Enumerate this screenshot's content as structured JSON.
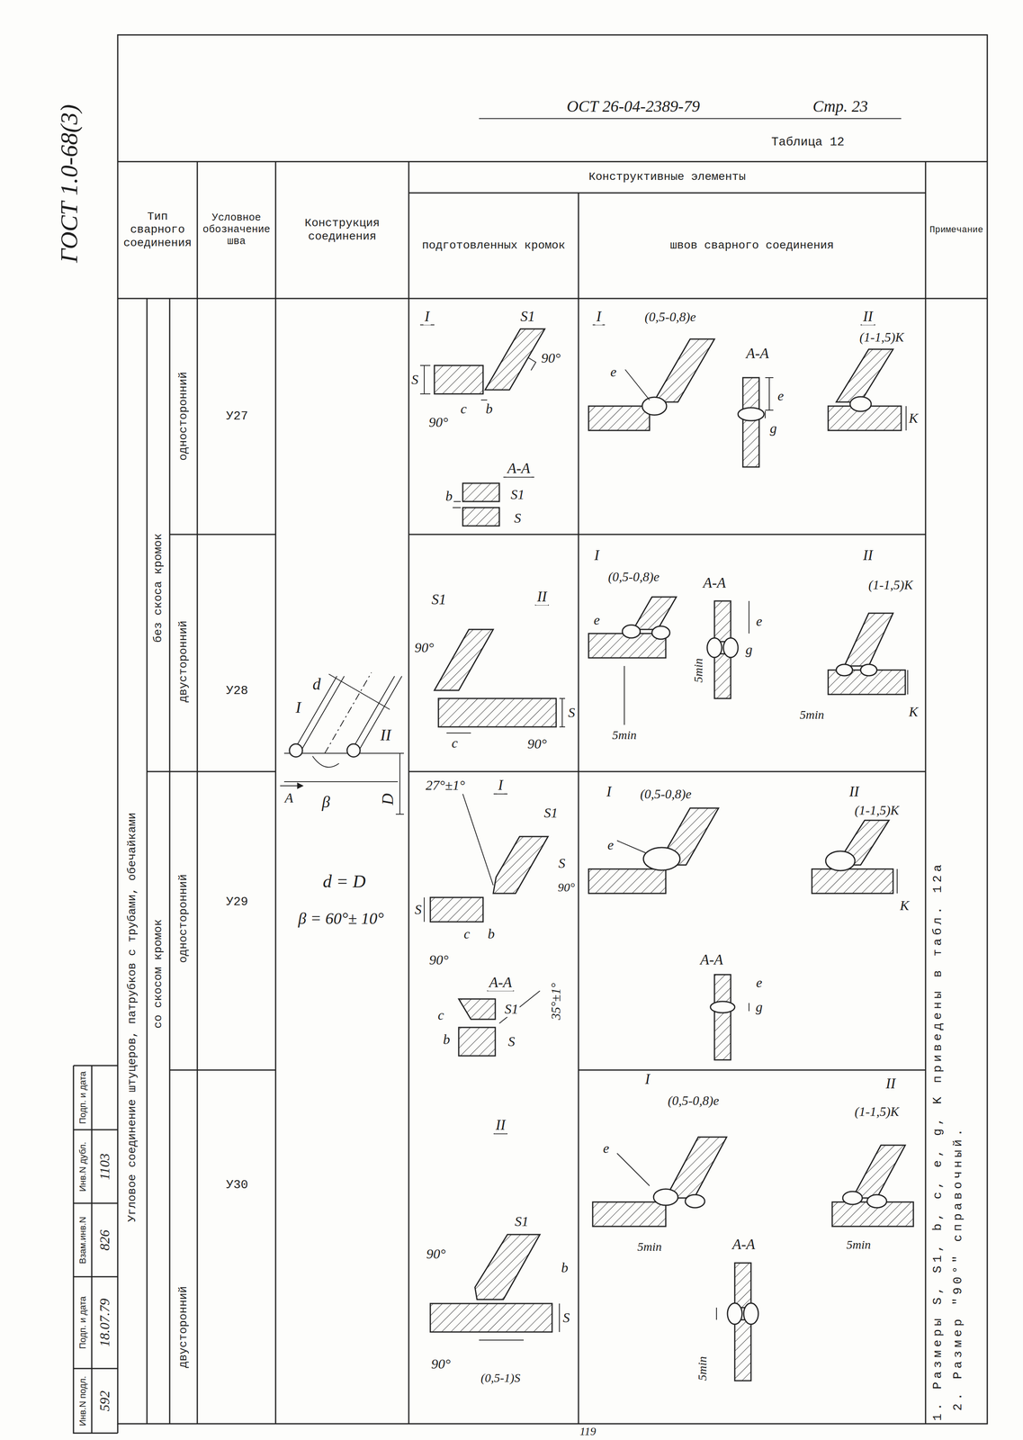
{
  "diagram": {
    "labels": [
      "ГОСТ 1.0-68(3)",
      "Инв.N подл.",
      "Подп. и дата",
      "Взам.инв.N",
      "Инв.N дубл.",
      "Подп. и дата",
      "592",
      "18.07.79",
      "826",
      "1103",
      "ОСТ 26-04-2389-79",
      "Стр. 23",
      "Таблица 12",
      "Тип сварного соединения",
      "Условное обозначение шва",
      "Конструкция соединения",
      "Конструктивные элементы",
      "подготовленных кромок",
      "швов сварного соединения",
      "Примечание",
      "Угловое соединение штуцеров, патрубков с трубами, обечайками",
      "без скоса кромок",
      "со скосом кромок",
      "односторонний",
      "двусторонний",
      "односторонний",
      "двусторонний",
      "У27",
      "У28",
      "У29",
      "У30",
      "d",
      "I",
      "II",
      "A",
      "β",
      "D",
      "d = D",
      "β = 60°± 10°",
      "I",
      "S1",
      "S",
      "90°",
      "c",
      "b",
      "90°",
      "A-A",
      "b",
      "S1",
      "S",
      "I",
      "(0,5-0,8)e",
      "II",
      "e",
      "A-A",
      "e",
      "g",
      "(1-1,5)K",
      "K",
      "S1",
      "II",
      "90°",
      "S",
      "c",
      "90°",
      "I",
      "(0,5-0,8)e",
      "A-A",
      "II",
      "(1-1,5)K",
      "e",
      "e",
      "5min",
      "5min",
      "K",
      "5min",
      "g",
      "27°±1°",
      "I",
      "S1",
      "S",
      "S",
      "90°",
      "c",
      "b",
      "90°",
      "A-A",
      "S1",
      "35°±1°",
      "c",
      "b",
      "S",
      "II",
      "S1",
      "90°",
      "b",
      "S",
      "90°",
      "(0,5-1)S",
      "I",
      "(0,5-0,8)e",
      "II",
      "(1-1,5)K",
      "e",
      "K",
      "A-A",
      "g",
      "e",
      "I",
      "(0,5-0,8)e",
      "II",
      "(1-1,5)K",
      "e",
      "5min",
      "5min",
      "A-A",
      "5min",
      "1. Размеры S, S1, b, c, e, g, K приведены в табл. 12а",
      "2. Размер \"90°\" справочный.",
      "119"
    ]
  }
}
